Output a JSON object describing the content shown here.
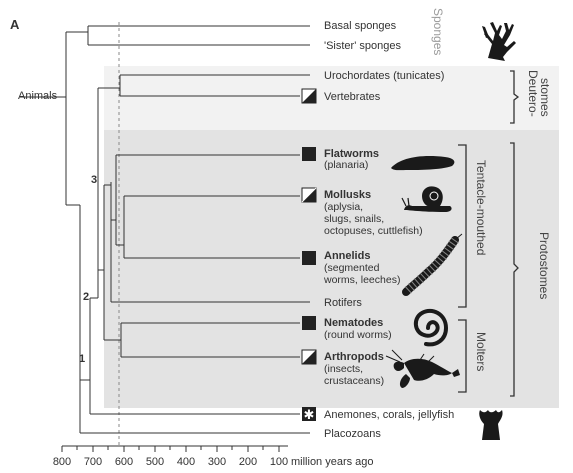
{
  "panel_label": "A",
  "root_label": "Animals",
  "node_labels": [
    "1",
    "2",
    "3"
  ],
  "taxa": {
    "basal_sponges": "Basal sponges",
    "sister_sponges": "'Sister' sponges",
    "urochordates": "Urochordates (tunicates)",
    "vertebrates": "Vertebrates",
    "flatworms": {
      "name": "Flatworms",
      "desc": [
        "(planaria)"
      ]
    },
    "mollusks": {
      "name": "Mollusks",
      "desc": [
        "(aplysia,",
        "slugs, snails,",
        "octopuses, cuttlefish)"
      ]
    },
    "annelids": {
      "name": "Annelids",
      "desc": [
        "(segmented",
        "worms, leeches)"
      ]
    },
    "rotifers": "Rotifers",
    "nematodes": {
      "name": "Nematodes",
      "desc": [
        "(round worms)"
      ]
    },
    "arthropods": {
      "name": "Arthropods",
      "desc": [
        "(insects,",
        "crustaceans)"
      ]
    },
    "anemones": "Anemones, corals, jellyfish",
    "placozoans": "Placozoans"
  },
  "groups": {
    "sponges": "Sponges",
    "deuterostomes": [
      "Deutero-",
      "stomes"
    ],
    "tentacle_mouthed": "Tentacle-mouthed",
    "protostomes": "Protostomes",
    "molters": "Molters"
  },
  "axis": {
    "ticks": [
      "800",
      "700",
      "600",
      "500",
      "400",
      "300",
      "200",
      "100"
    ],
    "unit_label": "million years ago"
  },
  "colors": {
    "deuterostome_box": "#f2f2f2",
    "protostome_box": "#e3e3e3",
    "line": "#333333",
    "sponges_text": "#9a9a9a"
  },
  "icons": {
    "solid_square": "filled-square-icon",
    "half_square": "diagonal-half-square-icon",
    "star_square": "star-square-icon"
  }
}
